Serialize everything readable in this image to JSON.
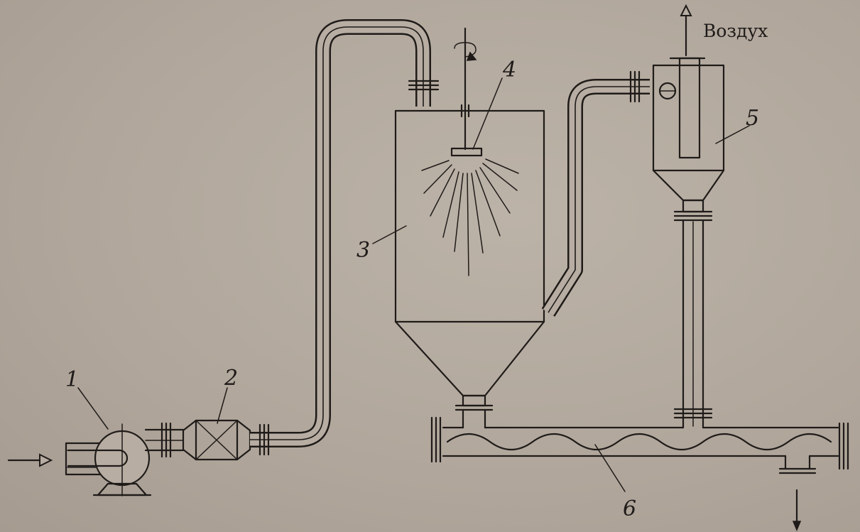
{
  "labels": {
    "pump": "1",
    "filter": "2",
    "dryer_chamber": "3",
    "atomizer": "4",
    "cyclone": "5",
    "screw_conveyor": "6"
  },
  "air_outlet": "Воздух"
}
